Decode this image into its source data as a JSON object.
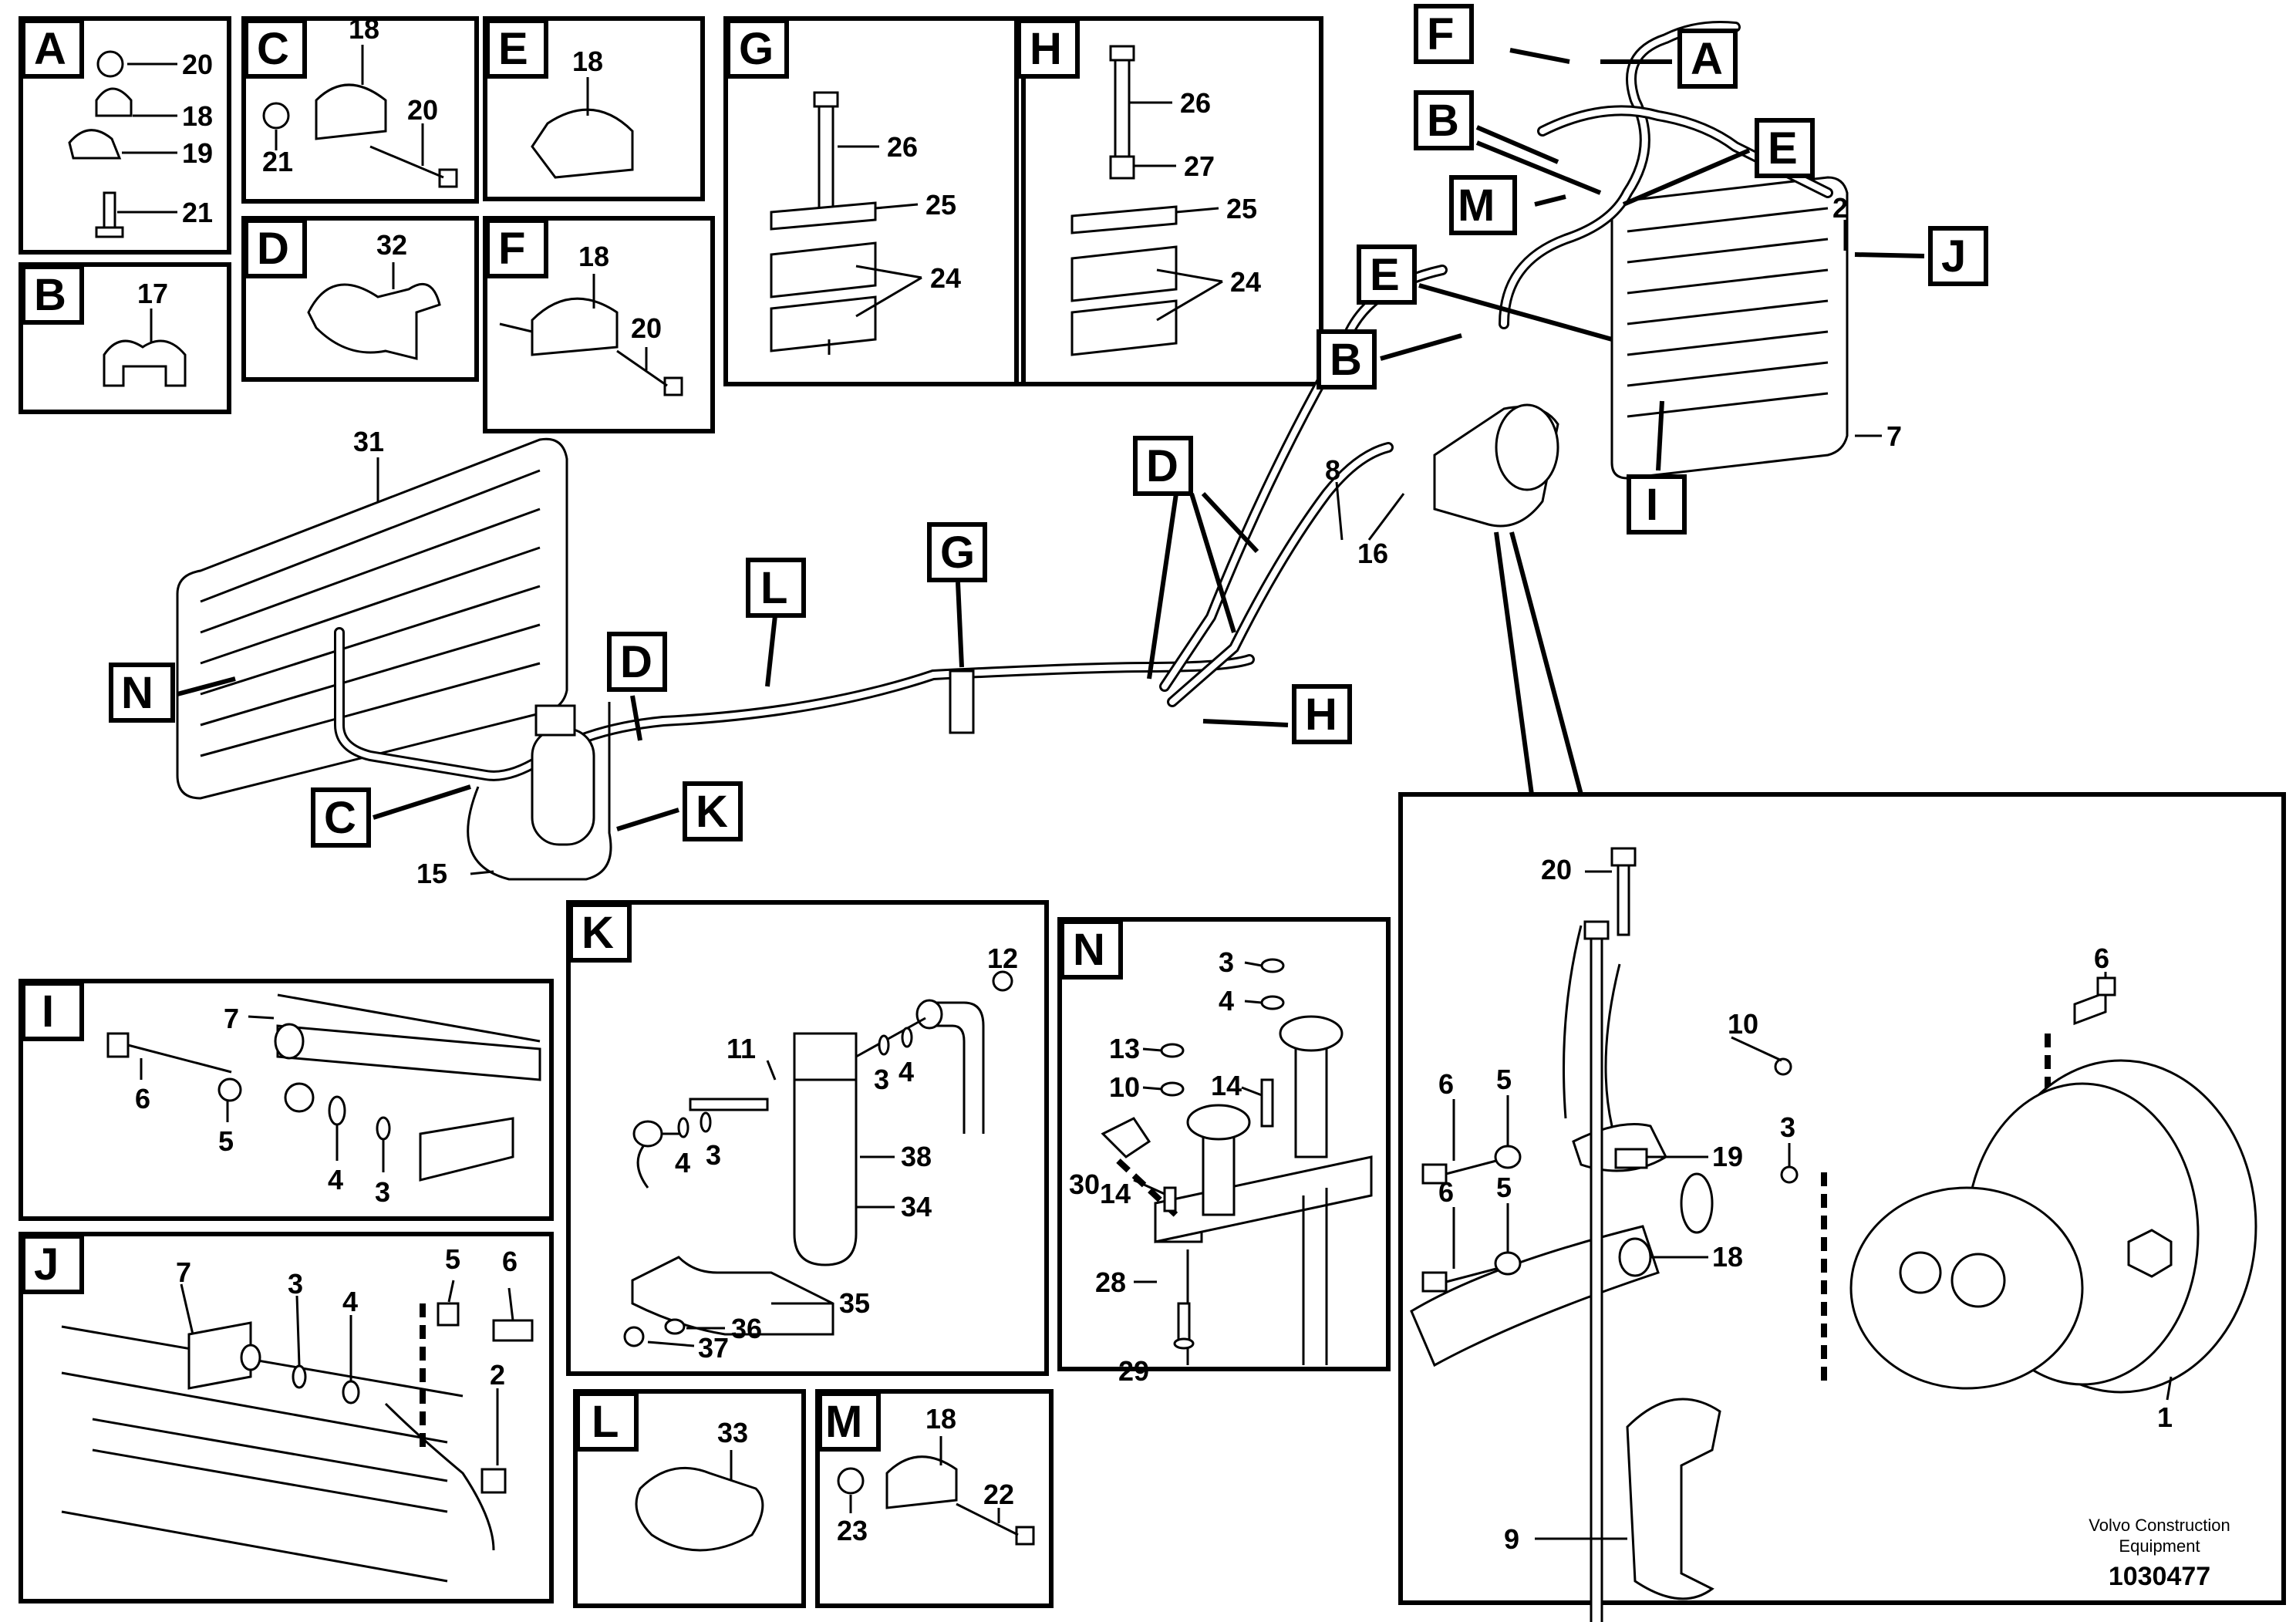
{
  "detail_boxes": [
    {
      "key": "A",
      "letter": "A",
      "labels": [
        "20",
        "18",
        "19",
        "21"
      ]
    },
    {
      "key": "B",
      "letter": "B",
      "labels": [
        "17"
      ]
    },
    {
      "key": "C",
      "letter": "C",
      "labels": [
        "18",
        "20",
        "21"
      ]
    },
    {
      "key": "D",
      "letter": "D",
      "labels": [
        "32"
      ]
    },
    {
      "key": "E",
      "letter": "E",
      "labels": [
        "18"
      ]
    },
    {
      "key": "F",
      "letter": "F",
      "labels": [
        "18",
        "20"
      ]
    },
    {
      "key": "G",
      "letter": "G",
      "labels": [
        "26",
        "25",
        "24"
      ]
    },
    {
      "key": "H",
      "letter": "H",
      "labels": [
        "26",
        "27",
        "25",
        "24"
      ]
    },
    {
      "key": "I",
      "letter": "I",
      "labels": [
        "7",
        "6",
        "5",
        "4",
        "3"
      ]
    },
    {
      "key": "J",
      "letter": "J",
      "labels": [
        "7",
        "3",
        "4",
        "5",
        "6",
        "2"
      ]
    },
    {
      "key": "K",
      "letter": "K",
      "labels": [
        "12",
        "11",
        "3",
        "4",
        "4",
        "3",
        "38",
        "34",
        "35",
        "36",
        "37"
      ]
    },
    {
      "key": "L",
      "letter": "L",
      "labels": [
        "33"
      ]
    },
    {
      "key": "M",
      "letter": "M",
      "labels": [
        "18",
        "22",
        "23"
      ]
    },
    {
      "key": "N",
      "letter": "N",
      "labels": [
        "3",
        "4",
        "13",
        "10",
        "14",
        "14",
        "30",
        "28",
        "29"
      ]
    },
    {
      "key": "compressor",
      "letter": "",
      "labels": [
        "20",
        "6",
        "10",
        "6",
        "5",
        "19",
        "3",
        "6",
        "5",
        "18",
        "1",
        "9"
      ]
    }
  ],
  "callouts": [
    "F",
    "A",
    "B",
    "E",
    "M",
    "E",
    "J",
    "B",
    "I",
    "D",
    "G",
    "L",
    "D",
    "N",
    "H",
    "C",
    "K"
  ],
  "main_labels": [
    "2",
    "7",
    "8",
    "16",
    "31",
    "15"
  ],
  "footer": {
    "brand_line1": "Volvo Construction",
    "brand_line2": "Equipment",
    "drawing_number": "1030477"
  }
}
